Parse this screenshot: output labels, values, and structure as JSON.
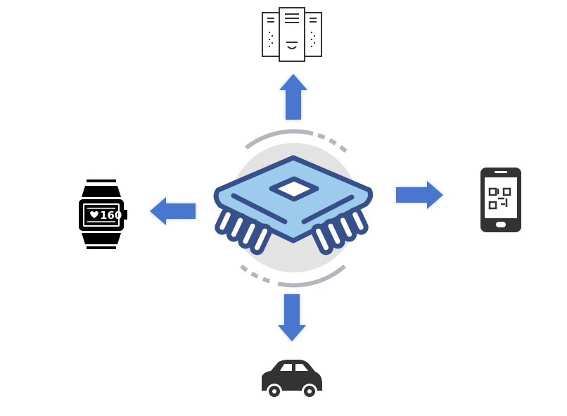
{
  "center": {
    "label": "microchip"
  },
  "devices": {
    "top": {
      "name": "server"
    },
    "left": {
      "name": "smartwatch",
      "display_value": "160"
    },
    "right": {
      "name": "smartphone-qr"
    },
    "bottom": {
      "name": "car"
    }
  },
  "colors": {
    "arrow": "#4a76cf",
    "chip_fill": "#9ccbee",
    "chip_stroke": "#36508a",
    "halo": "#e3e3e3",
    "ring": "#b3b7bd"
  }
}
